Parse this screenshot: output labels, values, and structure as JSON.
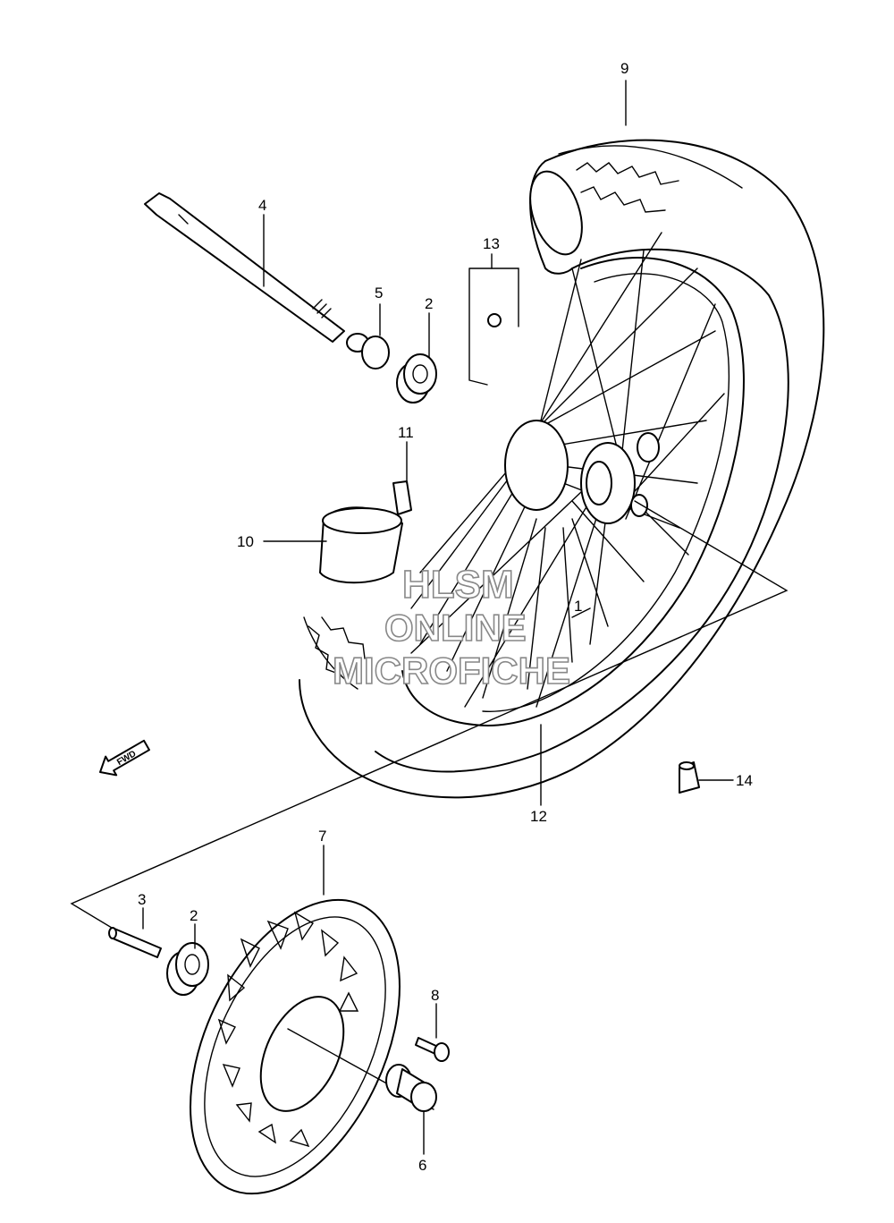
{
  "callouts": [
    {
      "id": "9",
      "text": "9"
    },
    {
      "id": "4",
      "text": "4"
    },
    {
      "id": "13",
      "text": "13"
    },
    {
      "id": "5",
      "text": "5"
    },
    {
      "id": "2a",
      "text": "2"
    },
    {
      "id": "11",
      "text": "11"
    },
    {
      "id": "10",
      "text": "10"
    },
    {
      "id": "1",
      "text": "1"
    },
    {
      "id": "14",
      "text": "14"
    },
    {
      "id": "12",
      "text": "12"
    },
    {
      "id": "7",
      "text": "7"
    },
    {
      "id": "3",
      "text": "3"
    },
    {
      "id": "2b",
      "text": "2"
    },
    {
      "id": "8",
      "text": "8"
    },
    {
      "id": "6",
      "text": "6"
    }
  ],
  "fwd_arrow": {
    "label": "FWD",
    "icon": "forward-arrow-icon"
  },
  "watermark": {
    "line1": "HLSM",
    "line2": "ONLINE",
    "line3": "MICROFICHE"
  }
}
